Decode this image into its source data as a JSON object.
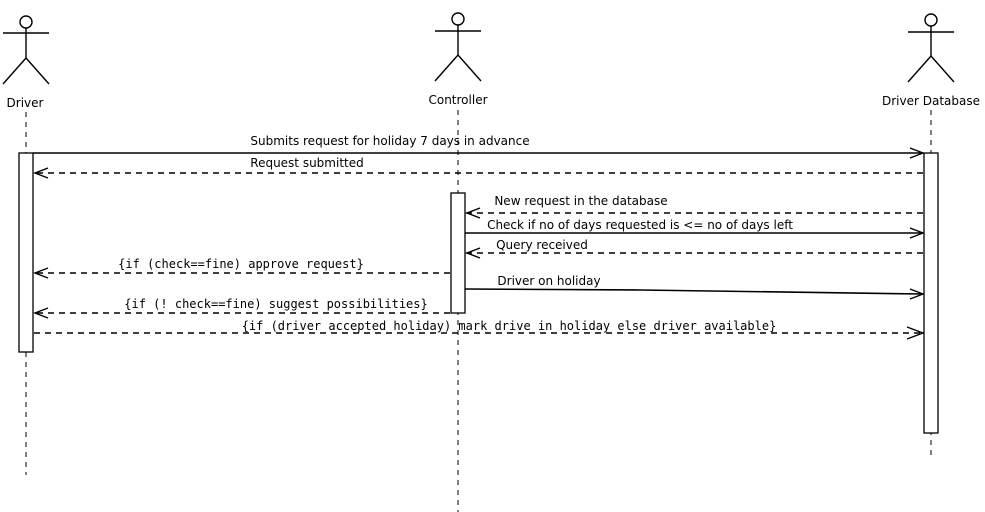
{
  "diagram": {
    "type": "sequence",
    "actors": [
      {
        "id": "driver",
        "label": "Driver"
      },
      {
        "id": "controller",
        "label": "Controller"
      },
      {
        "id": "db",
        "label": "Driver Database"
      }
    ],
    "messages": [
      {
        "id": "m1",
        "from": "driver",
        "to": "db",
        "style": "solid",
        "text": "Submits request for holiday 7 days in advance"
      },
      {
        "id": "m2",
        "from": "db",
        "to": "driver",
        "style": "dashed",
        "text": "Request submitted"
      },
      {
        "id": "m3",
        "from": "db",
        "to": "controller",
        "style": "dashed",
        "text": "New request in the database"
      },
      {
        "id": "m4",
        "from": "controller",
        "to": "db",
        "style": "solid",
        "text": "Check if no of days requested is <= no of days left"
      },
      {
        "id": "m5",
        "from": "db",
        "to": "controller",
        "style": "dashed",
        "text": "Query received"
      },
      {
        "id": "m6",
        "from": "controller",
        "to": "driver",
        "style": "dashed",
        "text": "{if (check==fine) approve request}"
      },
      {
        "id": "m7",
        "from": "controller",
        "to": "db",
        "style": "solid",
        "text": "Driver on holiday"
      },
      {
        "id": "m8",
        "from": "controller",
        "to": "driver",
        "style": "dashed",
        "text": "{if (! check==fine) suggest possibilities}"
      },
      {
        "id": "m9",
        "from": "driver",
        "to": "db",
        "style": "dashed",
        "text": "{if (driver accepted holiday) mark drive in holiday else driver available}"
      }
    ]
  }
}
